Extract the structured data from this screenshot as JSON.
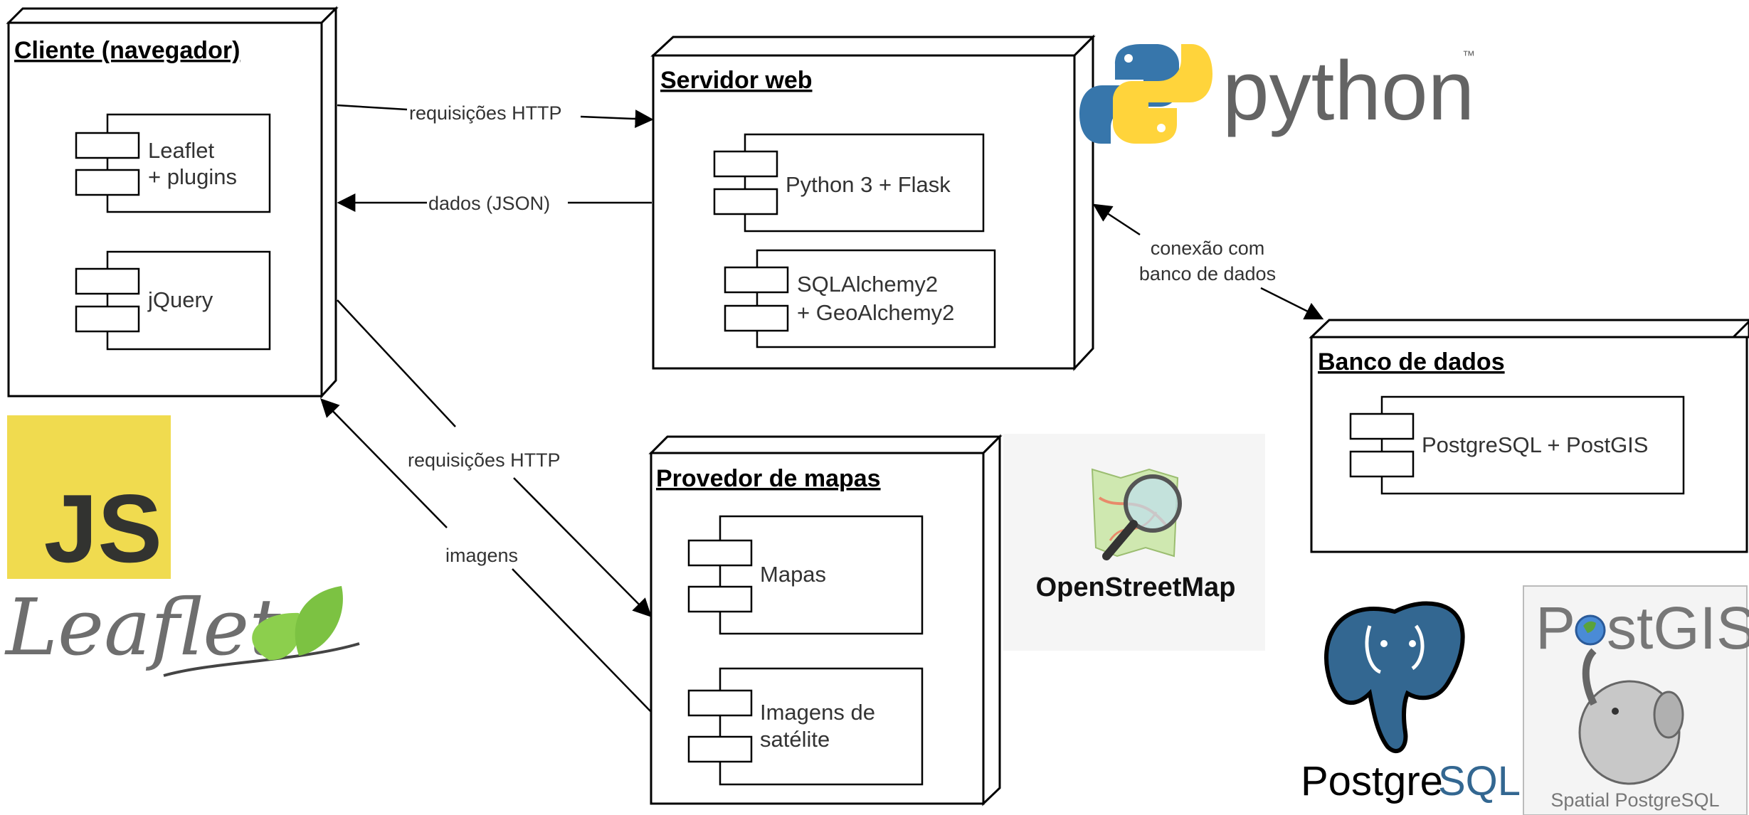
{
  "nodes": {
    "client": {
      "title": "Cliente (navegador)",
      "components": [
        {
          "lines": [
            "Leaflet",
            "+ plugins"
          ]
        },
        {
          "lines": [
            "jQuery"
          ]
        }
      ]
    },
    "webserver": {
      "title": "Servidor web",
      "components": [
        {
          "lines": [
            "Python 3 + Flask"
          ]
        },
        {
          "lines": [
            "SQLAlchemy2",
            "+ GeoAlchemy2"
          ]
        }
      ]
    },
    "database": {
      "title": "Banco de dados",
      "components": [
        {
          "lines": [
            "PostgreSQL + PostGIS"
          ]
        }
      ]
    },
    "mapprovider": {
      "title": "Provedor de mapas",
      "components": [
        {
          "lines": [
            "Mapas"
          ]
        },
        {
          "lines": [
            "Imagens de",
            "satélite"
          ]
        }
      ]
    }
  },
  "edges": {
    "client_to_server": "requisições HTTP",
    "server_to_client": "dados (JSON)",
    "server_db": [
      "conexão com",
      "banco de dados"
    ],
    "client_to_maps": "requisições HTTP",
    "maps_to_client": "imagens"
  },
  "logos": {
    "python": {
      "text": "python",
      "tm": "™",
      "colors": {
        "blue": "#3776ab",
        "yellow": "#ffd43b",
        "text": "#646464"
      }
    },
    "js": {
      "text": "JS",
      "colors": {
        "bg": "#f0db4f",
        "text": "#323330"
      }
    },
    "leaflet": {
      "text": "Leaflet",
      "colors": {
        "text": "#6e6e6e",
        "leaf": "#7cc242"
      }
    },
    "osm": {
      "text": "OpenStreetMap",
      "colors": {
        "bg": "#f5f5f5"
      }
    },
    "postgresql": {
      "text_a": "Postgre",
      "text_b": "SQL",
      "colors": {
        "blue": "#336791"
      }
    },
    "postgis": {
      "title_a": "P",
      "title_b": "stGIS",
      "subtitle": "Spatial PostgreSQL",
      "colors": {
        "text": "#777777"
      }
    }
  }
}
